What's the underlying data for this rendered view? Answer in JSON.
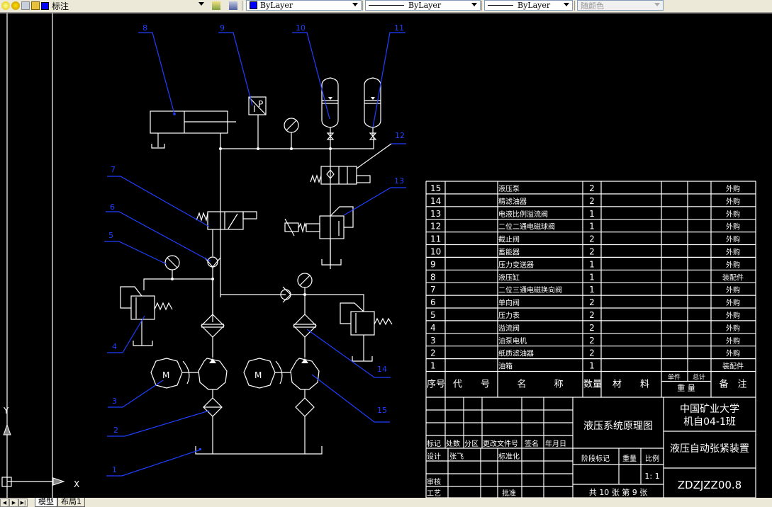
{
  "toolbar": {
    "layer_name": "标注",
    "color": "ByLayer",
    "linetype": "ByLayer",
    "lineweight": "ByLayer",
    "plotstyle": "随颜色",
    "accent_color": "#0000ff"
  },
  "drawing": {
    "leader_color": "#1f3fff",
    "line_color": "#ffffff",
    "balloons": [
      "1",
      "2",
      "3",
      "4",
      "5",
      "6",
      "7",
      "8",
      "9",
      "10",
      "11",
      "12",
      "13",
      "14",
      "15"
    ],
    "motor_label": "M",
    "sensor_label_i": "I",
    "sensor_label_p": "P",
    "ucs_x": "X",
    "ucs_y": "Y"
  },
  "bom": {
    "rows": [
      {
        "no": "15",
        "name": "液压泵",
        "qty": "2",
        "remark": "外购"
      },
      {
        "no": "14",
        "name": "精滤油器",
        "qty": "2",
        "remark": "外购"
      },
      {
        "no": "13",
        "name": "电液比例溢流阀",
        "qty": "1",
        "remark": "外购"
      },
      {
        "no": "12",
        "name": "二位二通电磁球阀",
        "qty": "1",
        "remark": "外购"
      },
      {
        "no": "11",
        "name": "截止阀",
        "qty": "2",
        "remark": "外购"
      },
      {
        "no": "10",
        "name": "蓄能器",
        "qty": "2",
        "remark": "外购"
      },
      {
        "no": "9",
        "name": "压力变送器",
        "qty": "1",
        "remark": "外购"
      },
      {
        "no": "8",
        "name": "液压缸",
        "qty": "1",
        "remark": "装配件"
      },
      {
        "no": "7",
        "name": "二位三通电磁换向阀",
        "qty": "1",
        "remark": "外购"
      },
      {
        "no": "6",
        "name": "单向阀",
        "qty": "2",
        "remark": "外购"
      },
      {
        "no": "5",
        "name": "压力表",
        "qty": "2",
        "remark": "外购"
      },
      {
        "no": "4",
        "name": "溢流阀",
        "qty": "2",
        "remark": "外购"
      },
      {
        "no": "3",
        "name": "油泵电机",
        "qty": "2",
        "remark": "外购"
      },
      {
        "no": "2",
        "name": "纸质滤油器",
        "qty": "2",
        "remark": "外购"
      },
      {
        "no": "1",
        "name": "油箱",
        "qty": "1",
        "remark": "装配件"
      }
    ],
    "header": {
      "no": "序号",
      "code": "代　　号",
      "name": "名　　　称",
      "qty": "数量",
      "material": "材　　料",
      "unit_weight": "单件",
      "total_weight": "总计",
      "weight": "重 量",
      "remark": "备　注"
    }
  },
  "title_block": {
    "drawing_title": "液压系统原理图",
    "school": "中国矿业大学",
    "class": "机自04-1班",
    "assembly_name": "液压自动张紧装置",
    "drawing_number": "ZDZJZZ00.8",
    "labels": {
      "mark": "标记",
      "count": "处数",
      "zone": "分区",
      "change_doc": "更改文件号",
      "sign": "签名",
      "date": "年月日",
      "design": "设计",
      "designer": "张飞",
      "standardize": "标准化",
      "review": "审核",
      "process": "工艺",
      "approve": "批准",
      "stage": "阶段标记",
      "weight": "重量",
      "scale": "比例",
      "scale_value": "1: 1",
      "sheets": "共 10 张  第 9 张"
    }
  },
  "tabs": [
    {
      "label": "模型",
      "active": true
    },
    {
      "label": "布局1",
      "active": false
    }
  ]
}
